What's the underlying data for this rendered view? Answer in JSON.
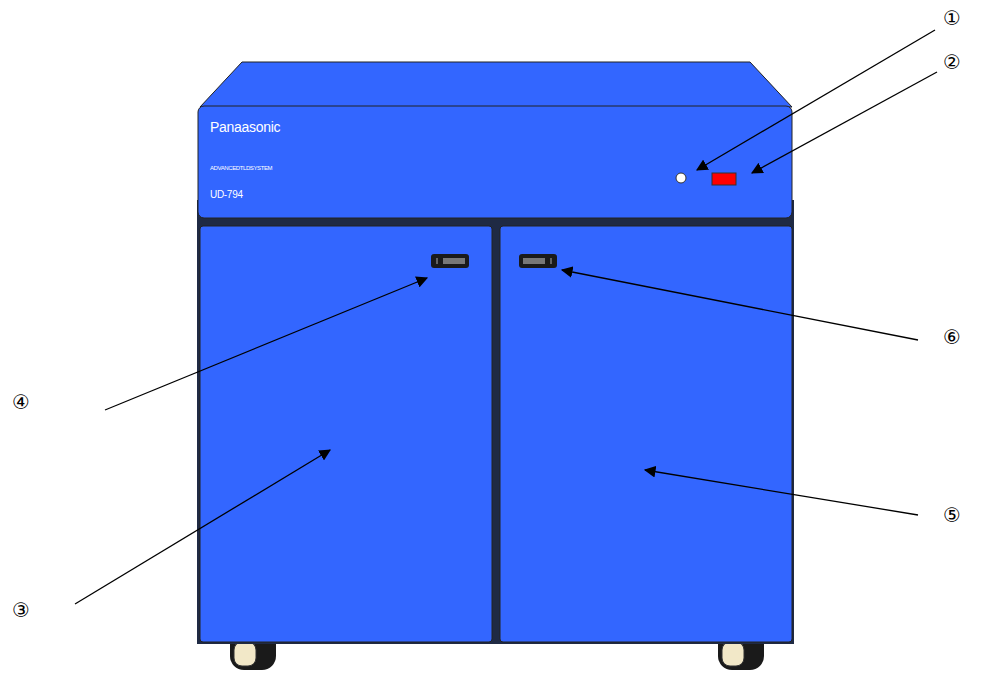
{
  "diagram": {
    "nodes": [
      {
        "text": [
          "Panaasonic",
          "ADVANCEDTLDSYSTEM",
          "UD-794"
        ]
      }
    ],
    "labels": [
      "①",
      "②",
      "③",
      "④",
      "⑤",
      "⑥"
    ]
  }
}
